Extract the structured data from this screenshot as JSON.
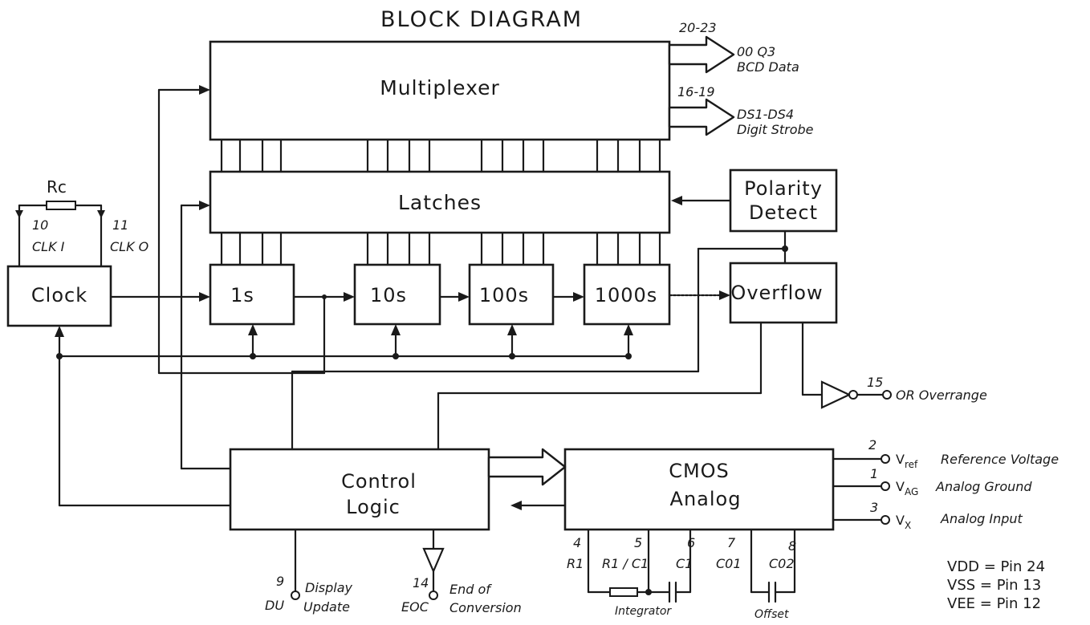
{
  "title": "BLOCK DIAGRAM",
  "blocks": {
    "multiplexer": "Multiplexer",
    "latches": "Latches",
    "polarity_line1": "Polarity",
    "polarity_line2": "Detect",
    "clock": "Clock",
    "counter_1s": "1s",
    "counter_10s": "10s",
    "counter_100s": "100s",
    "counter_1000s": "1000s",
    "overflow": "Overflow",
    "control_line1": "Control",
    "control_line2": "Logic",
    "cmos_line1": "CMOS",
    "cmos_line2": "Analog"
  },
  "clock_network": {
    "resistor": "Rc",
    "pin10": "10",
    "pin10_name": "CLK I",
    "pin11": "11",
    "pin11_name": "CLK O"
  },
  "outputs": {
    "bcd_pins": "20-23",
    "bcd_line1": "00 Q3",
    "bcd_line2": "BCD Data",
    "ds_pins": "16-19",
    "ds_line1": "DS1-DS4",
    "ds_line2": "Digit Strobe",
    "or_pin": "15",
    "or_label": "OR  Overrange"
  },
  "analog_pins": [
    {
      "num": "2",
      "sym": "V",
      "sub": "ref",
      "desc": "Reference Voltage"
    },
    {
      "num": "1",
      "sym": "V",
      "sub": "AG",
      "desc": "Analog Ground"
    },
    {
      "num": "3",
      "sym": "V",
      "sub": "X",
      "desc": "Analog Input"
    }
  ],
  "bottom_pins": {
    "p4": "4",
    "p4_name": "R1",
    "p5": "5",
    "p5_name": "R1 / C1",
    "p6": "6",
    "p6_name": "C1",
    "p7": "7",
    "p7_name": "C01",
    "p8": "8",
    "p8_name": "C02",
    "integrator": "Integrator",
    "offset": "Offset"
  },
  "control_pins": {
    "p9": "9",
    "du_code": "DU",
    "du_line1": "Display",
    "du_line2": "Update",
    "p14": "14",
    "eoc_code": "EOC",
    "eoc_line1": "End of",
    "eoc_line2": "Conversion"
  },
  "power_notes": [
    "VDD = Pin 24",
    "VSS = Pin 13",
    "VEE = Pin 12"
  ]
}
